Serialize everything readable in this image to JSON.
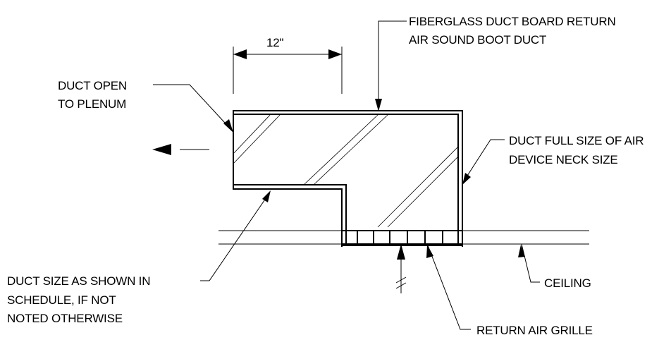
{
  "dimension": {
    "label": "12\""
  },
  "labels": {
    "fiberglass_line1": "FIBERGLASS DUCT BOARD RETURN",
    "fiberglass_line2": "AIR SOUND BOOT DUCT",
    "duct_open_line1": "DUCT OPEN",
    "duct_open_line2": "TO PLENUM",
    "full_size_line1": "DUCT FULL SIZE OF AIR",
    "full_size_line2": "DEVICE NECK SIZE",
    "duct_size_line1": "DUCT SIZE AS SHOWN IN",
    "duct_size_line2": "SCHEDULE, IF NOT",
    "duct_size_line3": "NOTED OTHERWISE",
    "ceiling": "CEILING",
    "return_grille": "RETURN AIR GRILLE"
  }
}
